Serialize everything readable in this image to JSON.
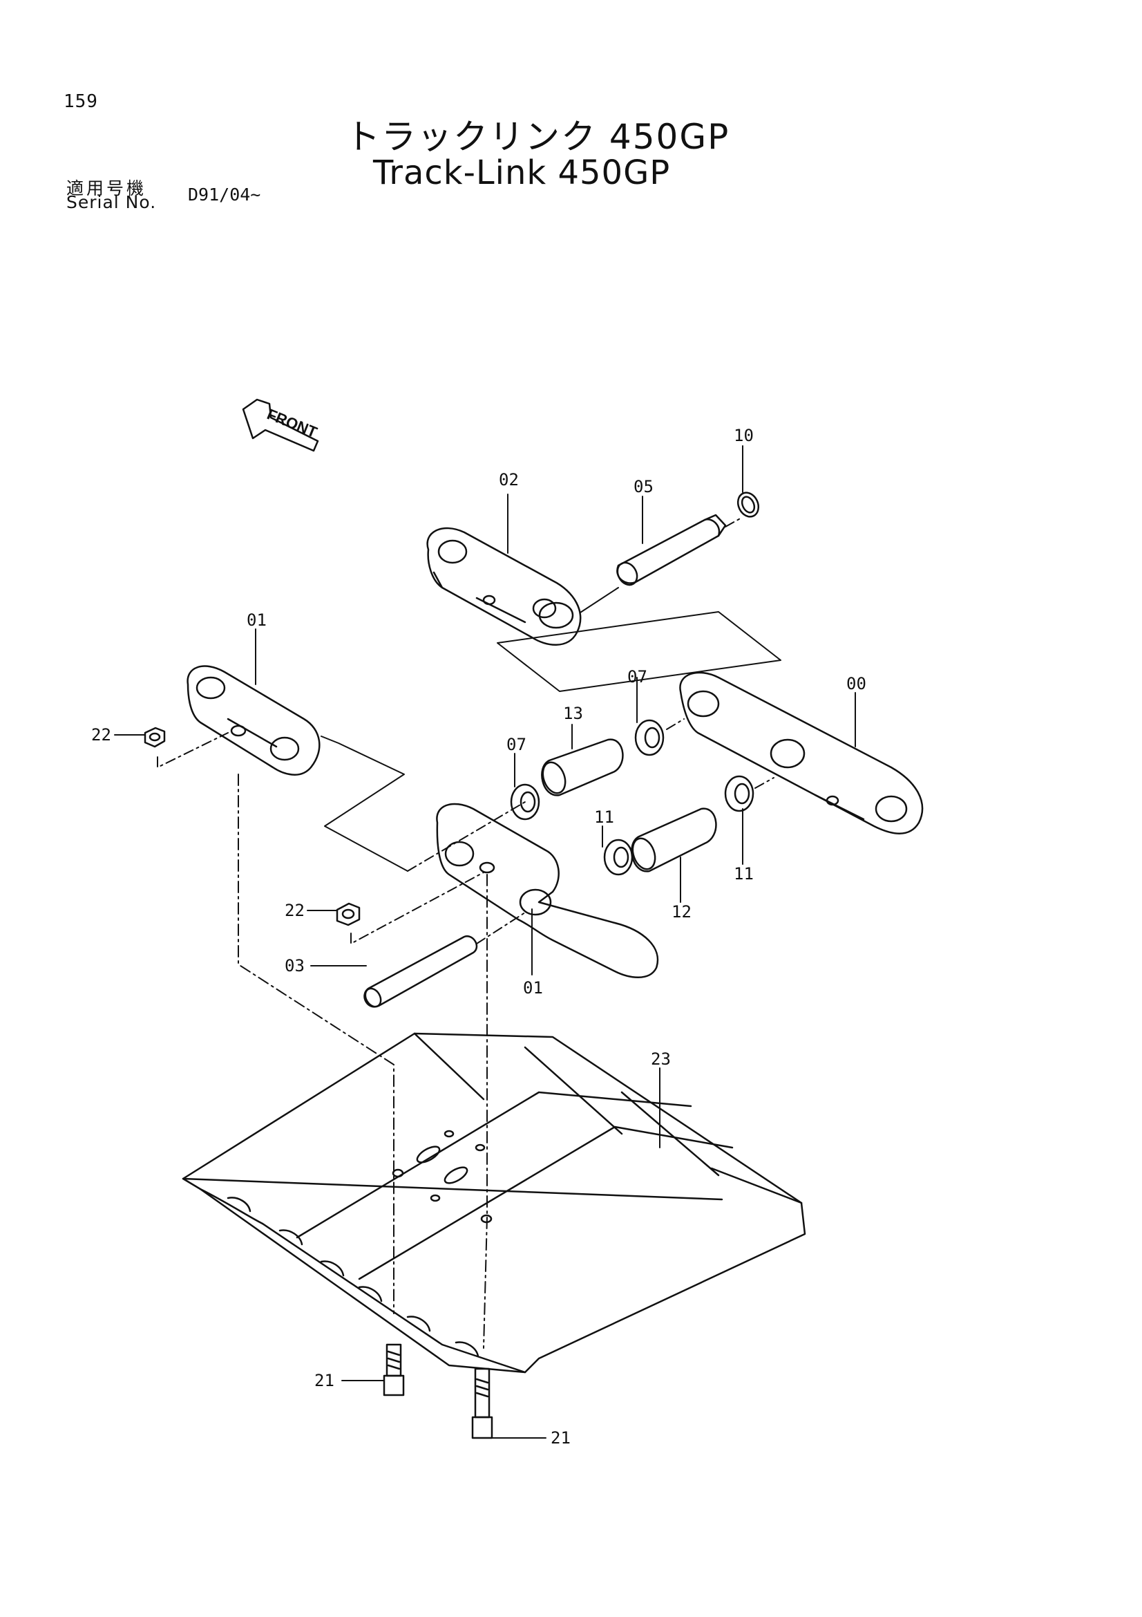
{
  "page": {
    "number": "159"
  },
  "title": {
    "japanese": "トラックリンク 450GP",
    "english": "Track-Link 450GP"
  },
  "serial": {
    "label_jp": "適用号機",
    "label_en": "Serial No.",
    "value": "D91/04~"
  },
  "diagram": {
    "front_marker": "FRONT",
    "callouts": [
      {
        "id": "label-10",
        "text": "10"
      },
      {
        "id": "label-02",
        "text": "02"
      },
      {
        "id": "label-05",
        "text": "05"
      },
      {
        "id": "label-01-top",
        "text": "01"
      },
      {
        "id": "label-07-top",
        "text": "07"
      },
      {
        "id": "label-00",
        "text": "00"
      },
      {
        "id": "label-13",
        "text": "13"
      },
      {
        "id": "label-22-top",
        "text": "22"
      },
      {
        "id": "label-07-left",
        "text": "07"
      },
      {
        "id": "label-11-left",
        "text": "11"
      },
      {
        "id": "label-11-right",
        "text": "11"
      },
      {
        "id": "label-12",
        "text": "12"
      },
      {
        "id": "label-22-mid",
        "text": "22"
      },
      {
        "id": "label-03",
        "text": "03"
      },
      {
        "id": "label-01-bottom",
        "text": "01"
      },
      {
        "id": "label-23",
        "text": "23"
      },
      {
        "id": "label-21-left",
        "text": "21"
      },
      {
        "id": "label-21-right",
        "text": "21"
      }
    ]
  }
}
